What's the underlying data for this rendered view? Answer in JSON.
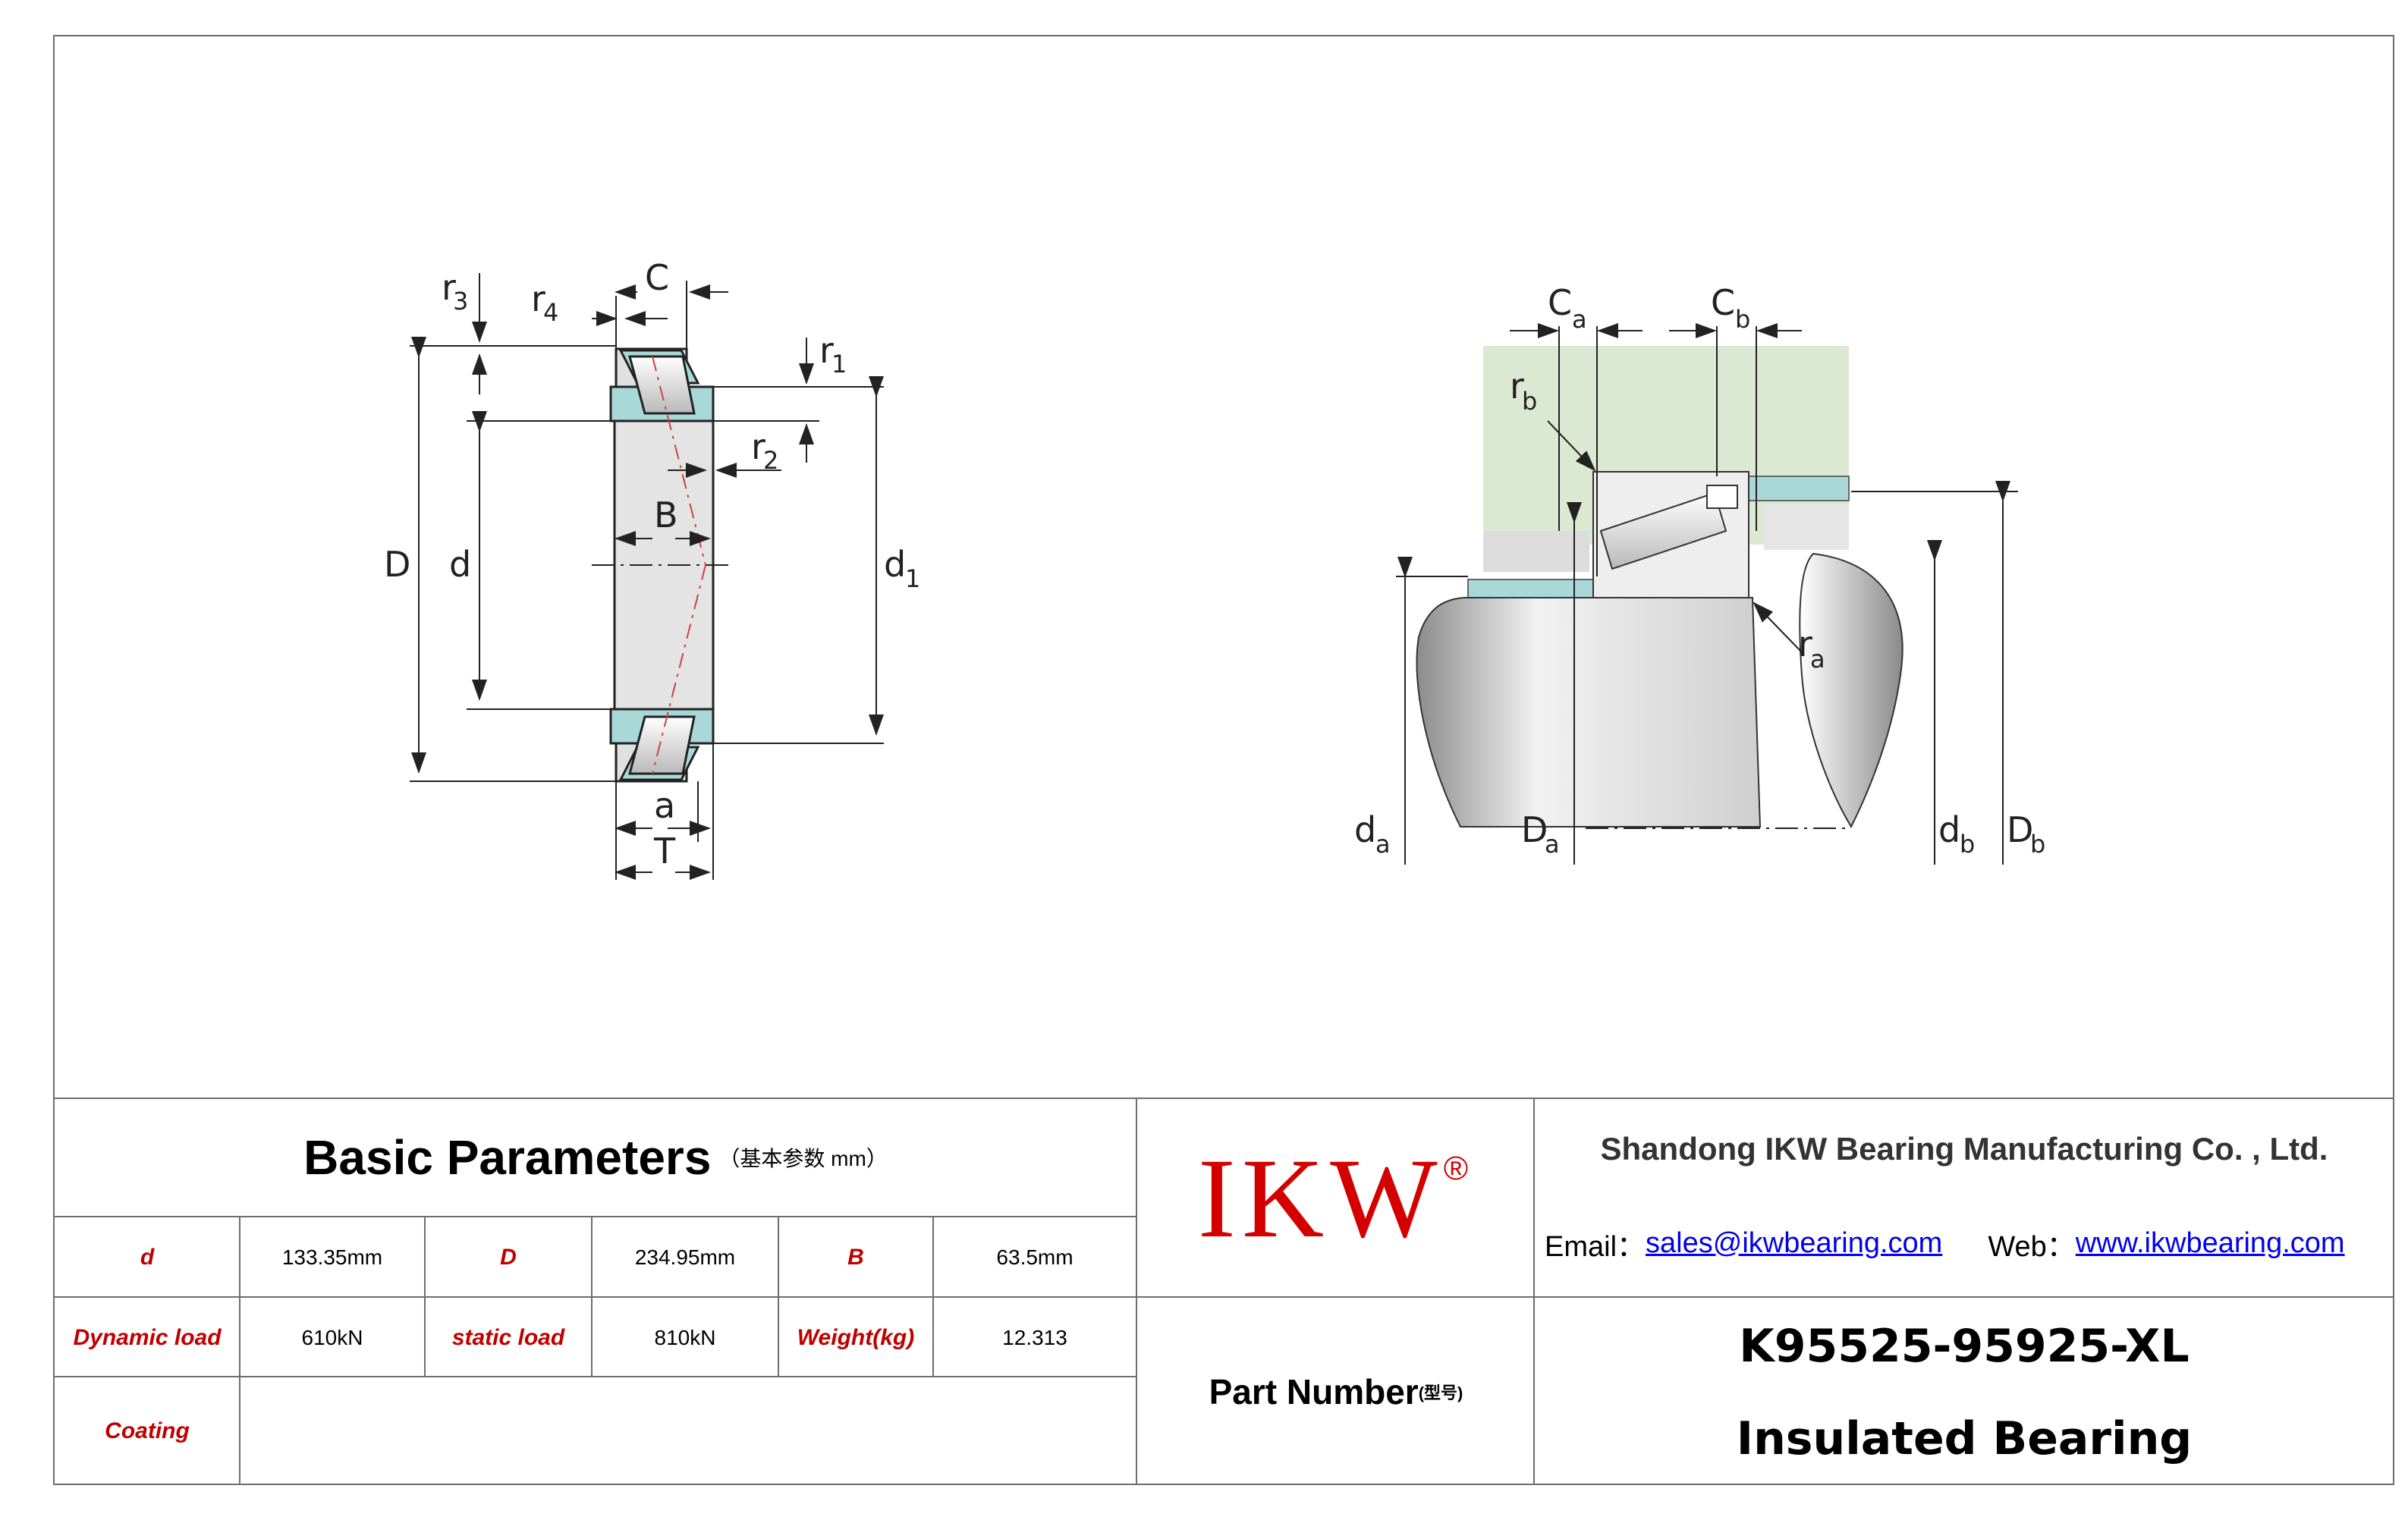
{
  "drawing": {
    "left_labels": {
      "C": "C",
      "r3": "r",
      "r3_sub": "3",
      "r4": "r",
      "r4_sub": "4",
      "r1": "r",
      "r1_sub": "1",
      "r2": "r",
      "r2_sub": "2",
      "B": "B",
      "D": "D",
      "d": "d",
      "d1": "d",
      "d1_sub": "1",
      "a": "a",
      "T": "T"
    },
    "right_labels": {
      "Ca": "C",
      "Ca_sub": "a",
      "Cb": "C",
      "Cb_sub": "b",
      "rb": "r",
      "rb_sub": "b",
      "ra": "r",
      "ra_sub": "a",
      "da": "d",
      "da_sub": "a",
      "Da": "D",
      "Da_sub": "a",
      "db": "d",
      "db_sub": "b",
      "Db": "D",
      "Db_sub": "b"
    }
  },
  "params": {
    "title": "Basic Parameters",
    "title_note": "（基本参数 mm）",
    "rows": [
      [
        {
          "label": "d",
          "value": "133.35mm"
        },
        {
          "label": "D",
          "value": "234.95mm"
        },
        {
          "label": "B",
          "value": "63.5mm"
        }
      ],
      [
        {
          "label": "Dynamic load",
          "value": "610kN"
        },
        {
          "label": "static load",
          "value": "810kN"
        },
        {
          "label": "Weight(kg)",
          "value": "12.313"
        }
      ]
    ],
    "coating_label": "Coating",
    "coating_value": ""
  },
  "brand": {
    "logo": "IKW",
    "registered": "®",
    "part_number_label": "Part Number",
    "part_number_note": "(型号)"
  },
  "company": {
    "name": "Shandong IKW Bearing Manufacturing Co. , Ltd.",
    "email_label": "Email：",
    "email": "sales@ikwbearing.com",
    "web_label": "Web：",
    "web": "www.ikwbearing.com"
  },
  "product": {
    "part_number": "K95525-95925-XL",
    "type": "Insulated Bearing"
  },
  "colors": {
    "label_red": "#c00000",
    "logo_red": "#d40000",
    "bearing_blue": "#a9d8d8",
    "housing_green": "#dbe9d2",
    "link_blue": "#0000ee"
  }
}
